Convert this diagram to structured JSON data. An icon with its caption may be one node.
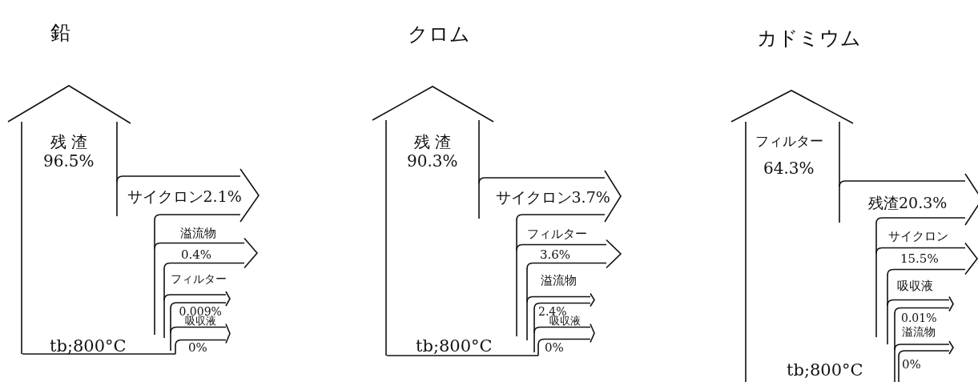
{
  "diagram": {
    "nodes": [
      {
        "text": [
          "残 渣",
          "96.5%"
        ]
      },
      {
        "text": [
          "サイクロン2.1%"
        ]
      },
      {
        "text": [
          "溢流物",
          "0.4%"
        ]
      },
      {
        "text": [
          "フィルター",
          "0.009%"
        ]
      },
      {
        "text": [
          "吸収液",
          "0%"
        ]
      },
      {
        "text": [
          "残 渣",
          "90.3%"
        ]
      },
      {
        "text": [
          "サイクロン3.7%"
        ]
      },
      {
        "text": [
          "フィルター",
          "3.6%"
        ]
      },
      {
        "text": [
          "溢流物",
          "2.4%"
        ]
      },
      {
        "text": [
          "吸収液",
          "0%"
        ]
      },
      {
        "text": [
          "フィルター",
          "64.3%"
        ]
      },
      {
        "text": [
          "残渣20.3%"
        ]
      },
      {
        "text": [
          "サイクロン",
          "15.5%"
        ]
      },
      {
        "text": [
          "吸収液",
          "0.01%"
        ]
      },
      {
        "text": [
          "溢流物",
          "0%"
        ]
      }
    ],
    "labels": [
      "鉛",
      "クロム",
      "カドミウム",
      "tb;800°C",
      "tb;800°C",
      "tb;800°C"
    ]
  }
}
